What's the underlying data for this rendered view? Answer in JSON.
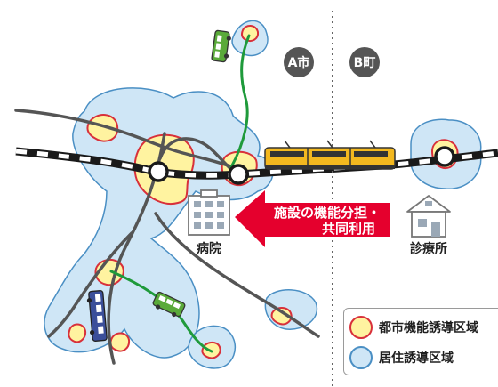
{
  "towns": {
    "a": "A市",
    "b": "B町"
  },
  "places": {
    "hospital": "病院",
    "clinic": "診療所"
  },
  "arrow": {
    "line1": "施設の機能分担・",
    "line2": "共同利用"
  },
  "legend": {
    "urban_function_area": "都市機能誘導区域",
    "residential_area": "居住誘導区域"
  },
  "colors": {
    "residential_fill": "#cfe6f6",
    "residential_stroke": "#4a8fc4",
    "urban_fill": "#fff3a0",
    "urban_stroke": "#d8303a",
    "arrow_red": "#e5002d",
    "bus_route": "#1f9a3b",
    "road": "#555555",
    "town_badge": "#555555"
  }
}
